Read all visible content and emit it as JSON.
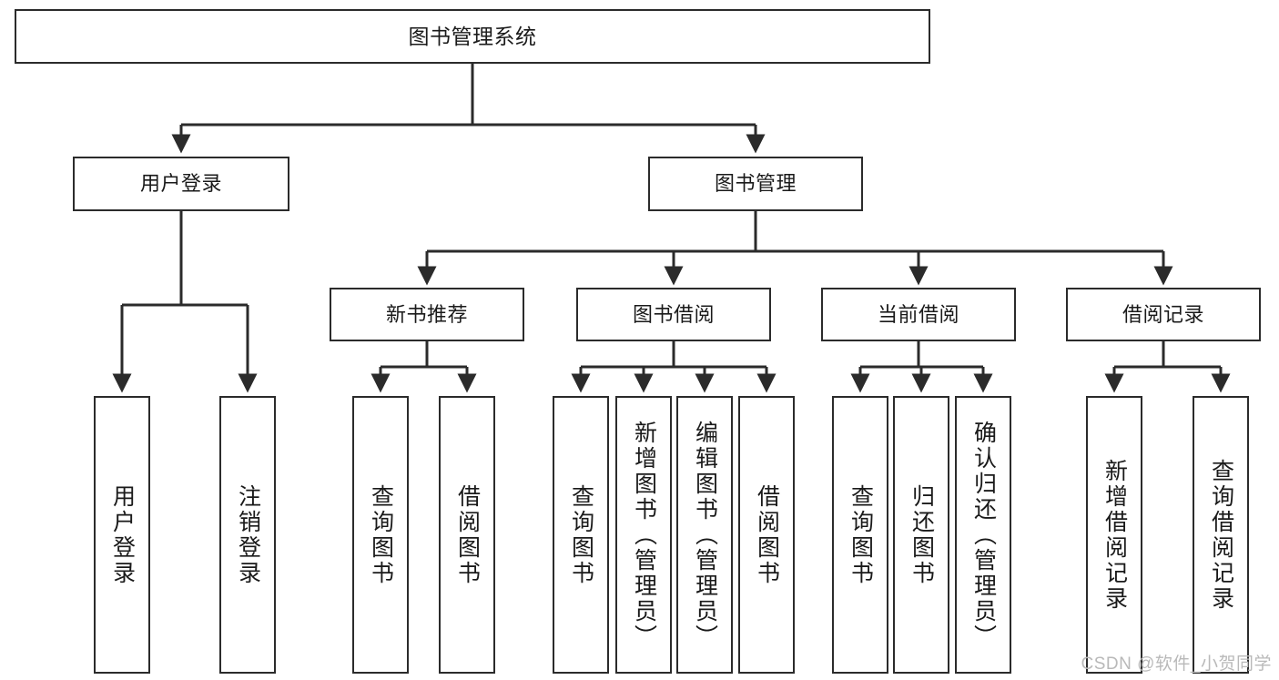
{
  "diagram": {
    "title": "图书管理系统",
    "type": "tree-hierarchy",
    "watermark": "CSDN @软件_小贺同学",
    "colors": {
      "stroke": "#2b2b2b",
      "fill": "#ffffff",
      "text": "#1a1a1a",
      "watermark": "#b9b9b9"
    },
    "nodes": {
      "root": {
        "label": "图书管理系统"
      },
      "level1": [
        {
          "id": "user-login",
          "label": "用户登录"
        },
        {
          "id": "book-manage",
          "label": "图书管理"
        }
      ],
      "level2": [
        {
          "id": "new-book-rec",
          "label": "新书推荐"
        },
        {
          "id": "book-borrow",
          "label": "图书借阅"
        },
        {
          "id": "current-borrow",
          "label": "当前借阅"
        },
        {
          "id": "borrow-record",
          "label": "借阅记录"
        }
      ],
      "leaves": {
        "user-login": [
          {
            "id": "leaf-user-login",
            "label": "用户登录"
          },
          {
            "id": "leaf-logout-login",
            "label": "注销登录"
          }
        ],
        "new-book-rec": [
          {
            "id": "leaf-query-book-1",
            "label": "查询图书"
          },
          {
            "id": "leaf-borrow-book-1",
            "label": "借阅图书"
          }
        ],
        "book-borrow": [
          {
            "id": "leaf-query-book-2",
            "label": "查询图书"
          },
          {
            "id": "leaf-add-book",
            "label": "新增图书（管理员）"
          },
          {
            "id": "leaf-edit-book",
            "label": "编辑图书（管理员）"
          },
          {
            "id": "leaf-borrow-book-2",
            "label": "借阅图书"
          }
        ],
        "current-borrow": [
          {
            "id": "leaf-query-book-3",
            "label": "查询图书"
          },
          {
            "id": "leaf-return-book",
            "label": "归还图书"
          },
          {
            "id": "leaf-confirm-return",
            "label": "确认归还（管理员）"
          }
        ],
        "borrow-record": [
          {
            "id": "leaf-add-record",
            "label": "新增借阅记录"
          },
          {
            "id": "leaf-query-record",
            "label": "查询借阅记录"
          }
        ]
      }
    }
  }
}
